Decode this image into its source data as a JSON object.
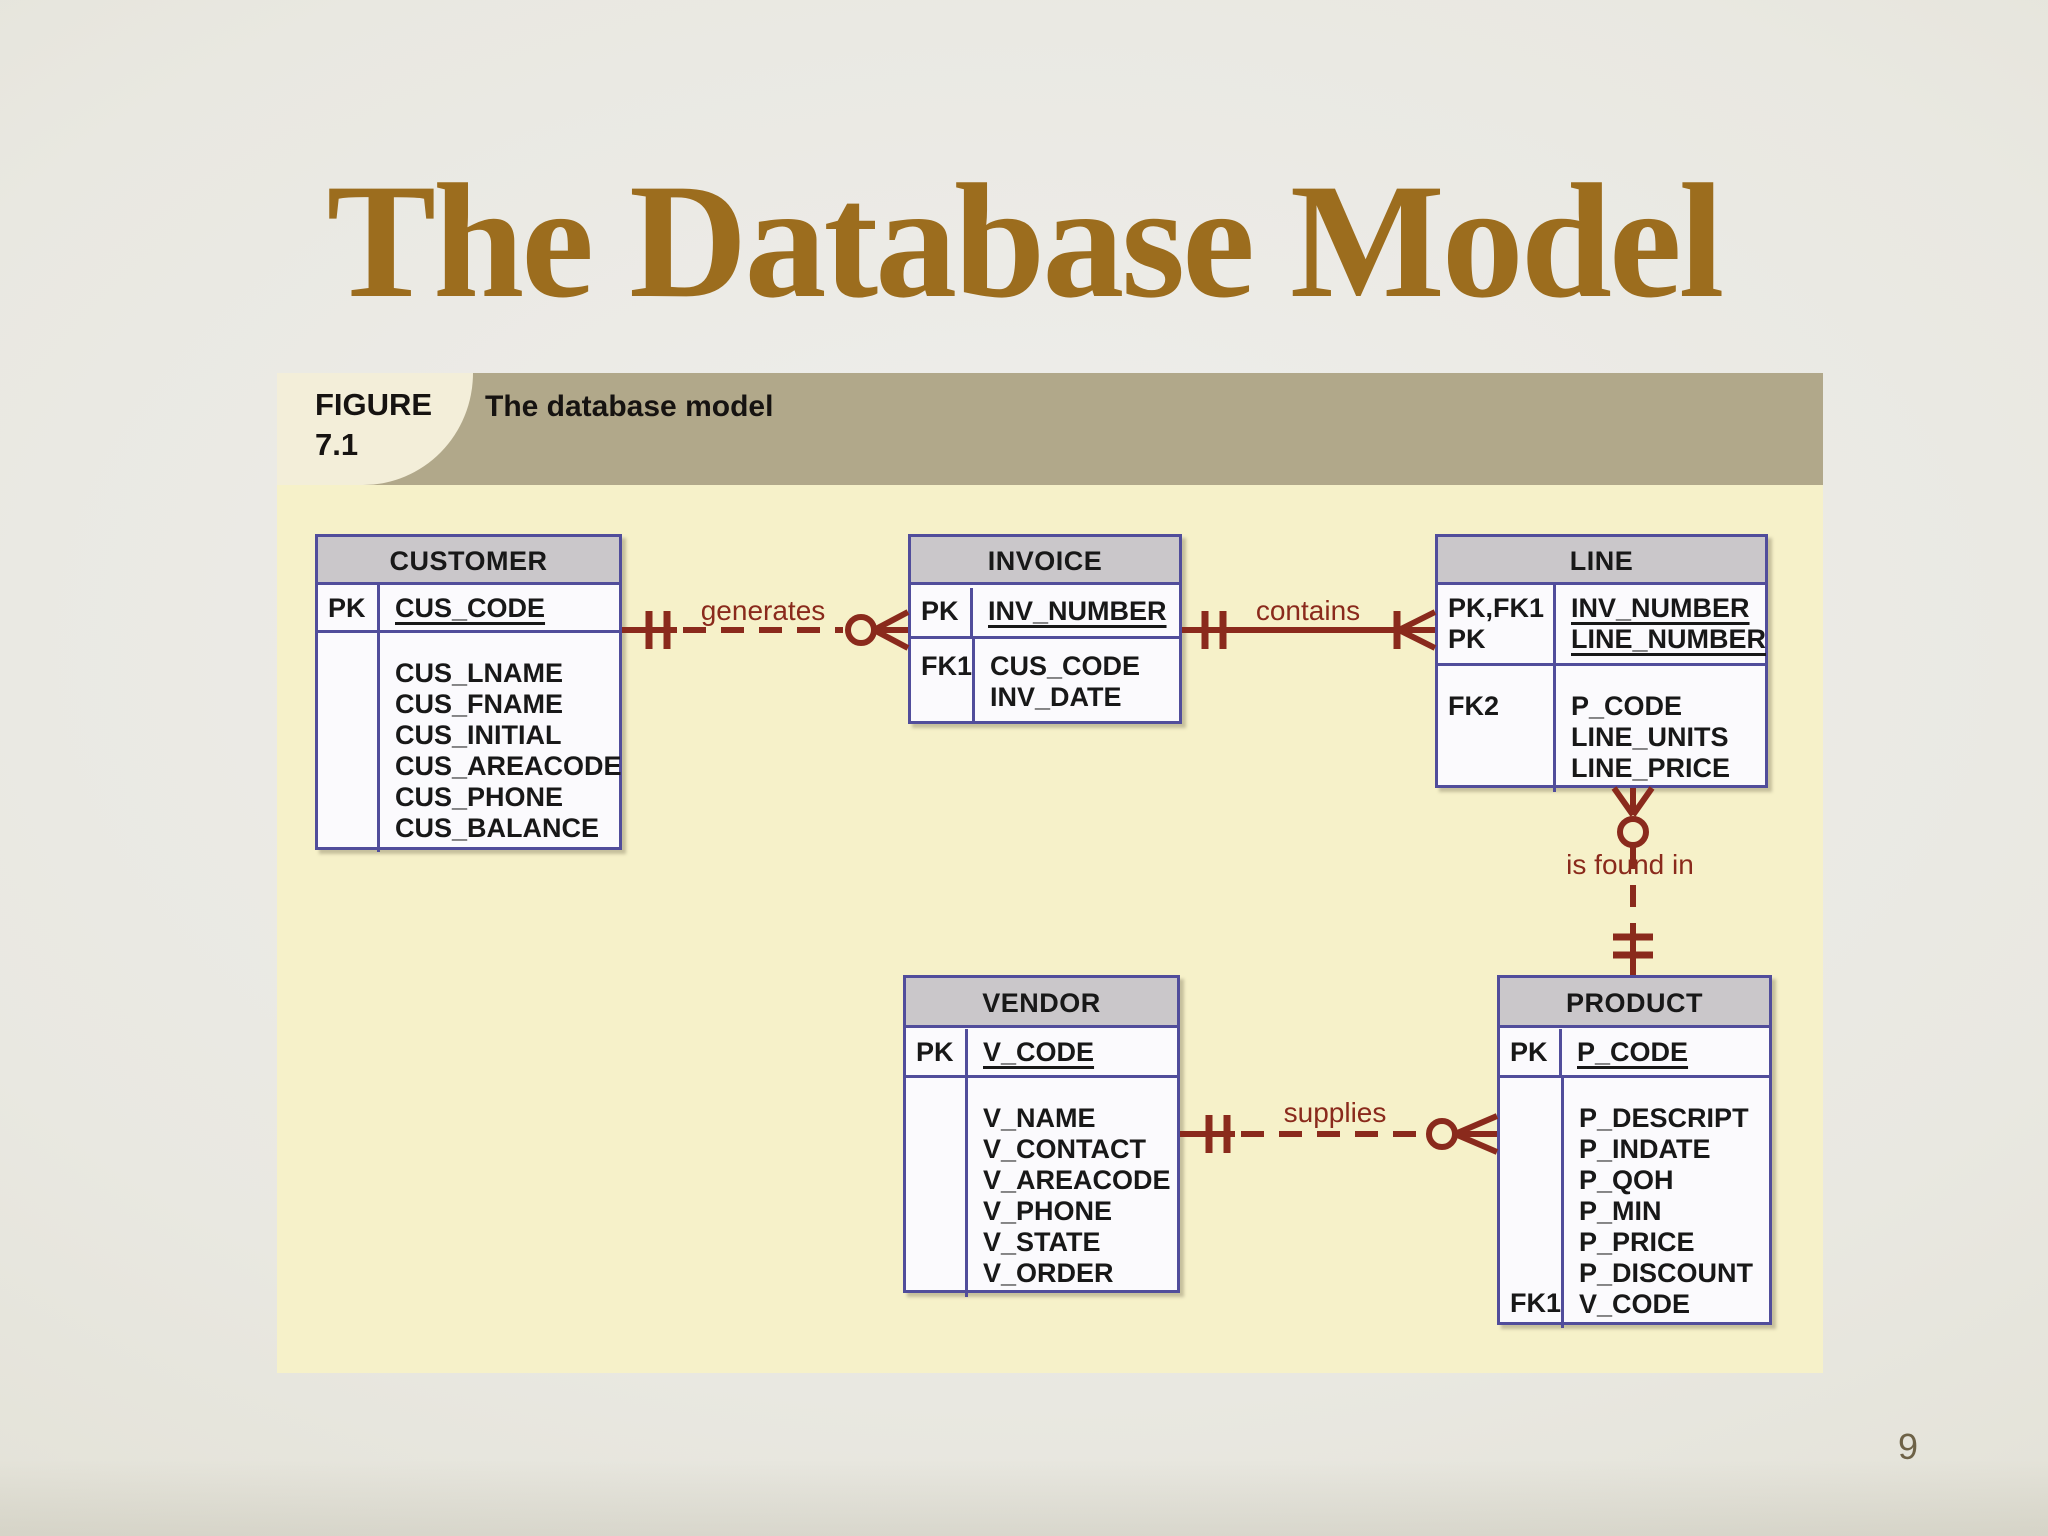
{
  "slide": {
    "title": "The Database Model",
    "page_number": "9"
  },
  "figure": {
    "label_top": "FIGURE",
    "label_number": "7.1",
    "caption": "The database model"
  },
  "diagram": {
    "tables": {
      "customer": {
        "name": "CUSTOMER",
        "pk_label": "PK",
        "pk_fields": [
          "CUS_CODE"
        ],
        "attributes": [
          "CUS_LNAME",
          "CUS_FNAME",
          "CUS_INITIAL",
          "CUS_AREACODE",
          "CUS_PHONE",
          "CUS_BALANCE"
        ]
      },
      "invoice": {
        "name": "INVOICE",
        "pk_label": "PK",
        "pk_fields": [
          "INV_NUMBER"
        ],
        "fk_label": "FK1",
        "fk_fields": [
          "CUS_CODE",
          "INV_DATE"
        ]
      },
      "line": {
        "name": "LINE",
        "key_labels": [
          "PK,FK1",
          "PK"
        ],
        "pk_fields": [
          "INV_NUMBER",
          "LINE_NUMBER"
        ],
        "fk_label": "FK2",
        "fk_fields": [
          "P_CODE",
          "LINE_UNITS",
          "LINE_PRICE"
        ]
      },
      "vendor": {
        "name": "VENDOR",
        "pk_label": "PK",
        "pk_fields": [
          "V_CODE"
        ],
        "attributes": [
          "V_NAME",
          "V_CONTACT",
          "V_AREACODE",
          "V_PHONE",
          "V_STATE",
          "V_ORDER"
        ]
      },
      "product": {
        "name": "PRODUCT",
        "pk_label": "PK",
        "pk_fields": [
          "P_CODE"
        ],
        "attributes": [
          "P_DESCRIPT",
          "P_INDATE",
          "P_QOH",
          "P_MIN",
          "P_PRICE",
          "P_DISCOUNT"
        ],
        "fk_label": "FK1",
        "fk_field": "V_CODE"
      }
    },
    "relationships": [
      {
        "label": "generates",
        "from": "CUSTOMER",
        "to": "INVOICE",
        "line_style": "dashed",
        "from_cardinality": "exactly-one",
        "to_cardinality": "zero-or-many"
      },
      {
        "label": "contains",
        "from": "INVOICE",
        "to": "LINE",
        "line_style": "solid",
        "from_cardinality": "exactly-one",
        "to_cardinality": "one-or-many"
      },
      {
        "label": "is found in",
        "from": "PRODUCT",
        "to": "LINE",
        "line_style": "dashed",
        "from_cardinality": "exactly-one",
        "to_cardinality": "zero-or-many"
      },
      {
        "label": "supplies",
        "from": "VENDOR",
        "to": "PRODUCT",
        "line_style": "dashed",
        "from_cardinality": "exactly-one",
        "to_cardinality": "zero-or-many"
      }
    ]
  },
  "colors": {
    "title": "#9c6d1e",
    "relationship": "#8a2a1c",
    "table_border": "#514d9b",
    "table_header_bg": "#cac7ca",
    "diagram_bg": "#f6f1c9",
    "figure_bar_bg": "#b1a88a",
    "figure_label_bg": "#f3eed9",
    "page_number": "#6e6247"
  }
}
